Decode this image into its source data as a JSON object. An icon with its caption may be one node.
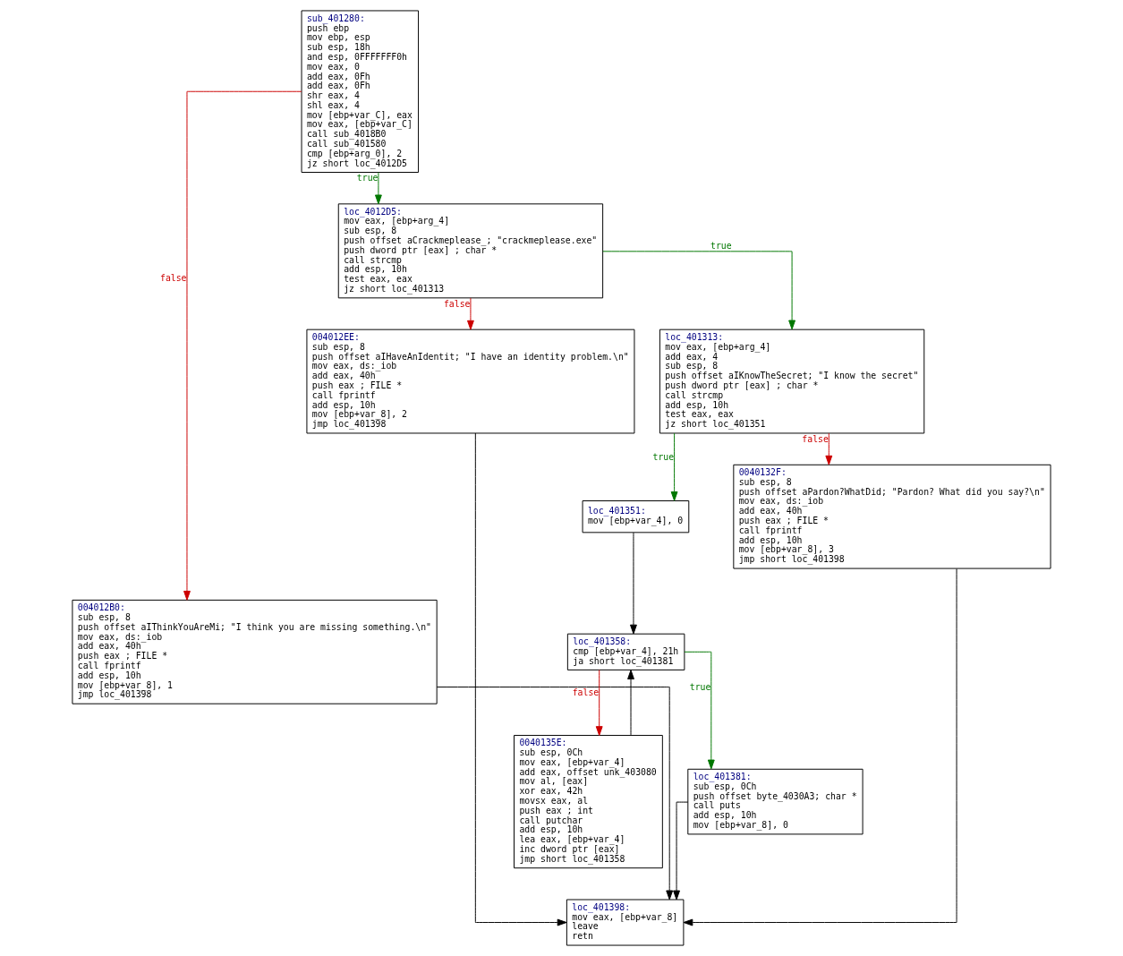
{
  "diagram": {
    "nodes": [
      {
        "text": [
          "sub_401280:",
          "push ebp",
          "mov ebp, esp",
          "sub esp, 18h",
          "and esp, 0FFFFFFF0h",
          "mov eax, 0",
          "add eax, 0Fh",
          "add eax, 0Fh",
          "shr eax, 4",
          "shl eax, 4",
          "mov [ebp+var_C], eax",
          "mov eax, [ebp+var_C]",
          "call sub_4018B0",
          "call sub_401580",
          "cmp [ebp+arg_0], 2",
          "jz short loc_4012D5"
        ]
      },
      {
        "text": [
          "004012B0:",
          "sub esp, 8",
          "push offset aIThinkYouAreMi; \"I think you are missing something.\\n\"",
          "mov eax, ds:_iob",
          "add eax, 40h",
          "push eax ; FILE *",
          "call fprintf",
          "add esp, 10h",
          "mov [ebp+var_8], 1",
          "jmp loc_401398"
        ]
      },
      {
        "text": [
          "loc_4012D5:",
          "mov eax, [ebp+arg_4]",
          "sub esp, 8",
          "push offset aCrackmeplease_; \"crackmeplease.exe\"",
          "push dword ptr [eax] ; char *",
          "call strcmp",
          "add esp, 10h",
          "test eax, eax",
          "jz short loc_401313"
        ]
      },
      {
        "text": [
          "004012EE:",
          "sub esp, 8",
          "push offset aIHaveAnIdentit; \"I have an identity problem.\\n\"",
          "mov eax, ds:_iob",
          "add eax, 40h",
          "push eax ; FILE *",
          "call fprintf",
          "add esp, 10h",
          "mov [ebp+var_8], 2",
          "jmp loc_401398"
        ]
      },
      {
        "text": [
          "loc_401313:",
          "mov eax, [ebp+arg_4]",
          "add eax, 4",
          "sub esp, 8",
          "push offset aIKnowTheSecret; \"I know the secret\"",
          "push dword ptr [eax] ; char *",
          "call strcmp",
          "add esp, 10h",
          "test eax, eax",
          "jz short loc_401351"
        ]
      },
      {
        "text": [
          "loc_401351:",
          "mov [ebp+var_4], 0"
        ]
      },
      {
        "text": [
          "0040132F:",
          "sub esp, 8",
          "push offset aPardon?WhatDid; \"Pardon? What did you say?\\n\"",
          "mov eax, ds:_iob",
          "add eax, 40h",
          "push eax ; FILE *",
          "call fprintf",
          "add esp, 10h",
          "mov [ebp+var_8], 3",
          "jmp short loc_401398"
        ]
      },
      {
        "text": [
          "loc_401358:",
          "cmp [ebp+var_4], 21h",
          "ja short loc_401381"
        ]
      },
      {
        "text": [
          "0040135E:",
          "sub esp, 0Ch",
          "mov eax, [ebp+var_4]",
          "add eax, offset unk_403080",
          "mov al, [eax]",
          "xor eax, 42h",
          "movsx eax, al",
          "push eax ; int",
          "call putchar",
          "add esp, 10h",
          "lea eax, [ebp+var_4]",
          "inc dword ptr [eax]",
          "jmp short loc_401358"
        ]
      },
      {
        "text": [
          "loc_401381:",
          "sub esp, 0Ch",
          "push offset byte_4030A3; char *",
          "call puts",
          "add esp, 10h",
          "mov [ebp+var_8], 0"
        ]
      },
      {
        "text": [
          "loc_401398:",
          "mov eax, [ebp+var_8]",
          "leave",
          "retn"
        ]
      }
    ],
    "edges": [
      {
        "from": 0,
        "to": 1,
        "arrow": "to",
        "label": "false",
        "color": "#cc0000"
      },
      {
        "from": 0,
        "to": 2,
        "arrow": "to",
        "label": "true",
        "color": "#007700"
      },
      {
        "from": 2,
        "to": 3,
        "arrow": "to",
        "label": "false",
        "color": "#cc0000"
      },
      {
        "from": 2,
        "to": 4,
        "arrow": "to",
        "label": "true",
        "color": "#007700"
      },
      {
        "from": 4,
        "to": 5,
        "arrow": "to",
        "label": "true",
        "color": "#007700"
      },
      {
        "from": 4,
        "to": 6,
        "arrow": "to",
        "label": "false",
        "color": "#cc0000"
      },
      {
        "from": 5,
        "to": 7,
        "arrow": "to"
      },
      {
        "from": 7,
        "to": 8,
        "arrow": "to",
        "label": "false",
        "color": "#cc0000"
      },
      {
        "from": 7,
        "to": 9,
        "arrow": "to",
        "label": "true",
        "color": "#007700"
      },
      {
        "from": 8,
        "to": 7,
        "arrow": "to"
      },
      {
        "from": 1,
        "to": 10,
        "arrow": "to"
      },
      {
        "from": 3,
        "to": 10,
        "arrow": "to"
      },
      {
        "from": 6,
        "to": 10,
        "arrow": "to"
      },
      {
        "from": 9,
        "to": 10,
        "arrow": "to"
      }
    ]
  }
}
